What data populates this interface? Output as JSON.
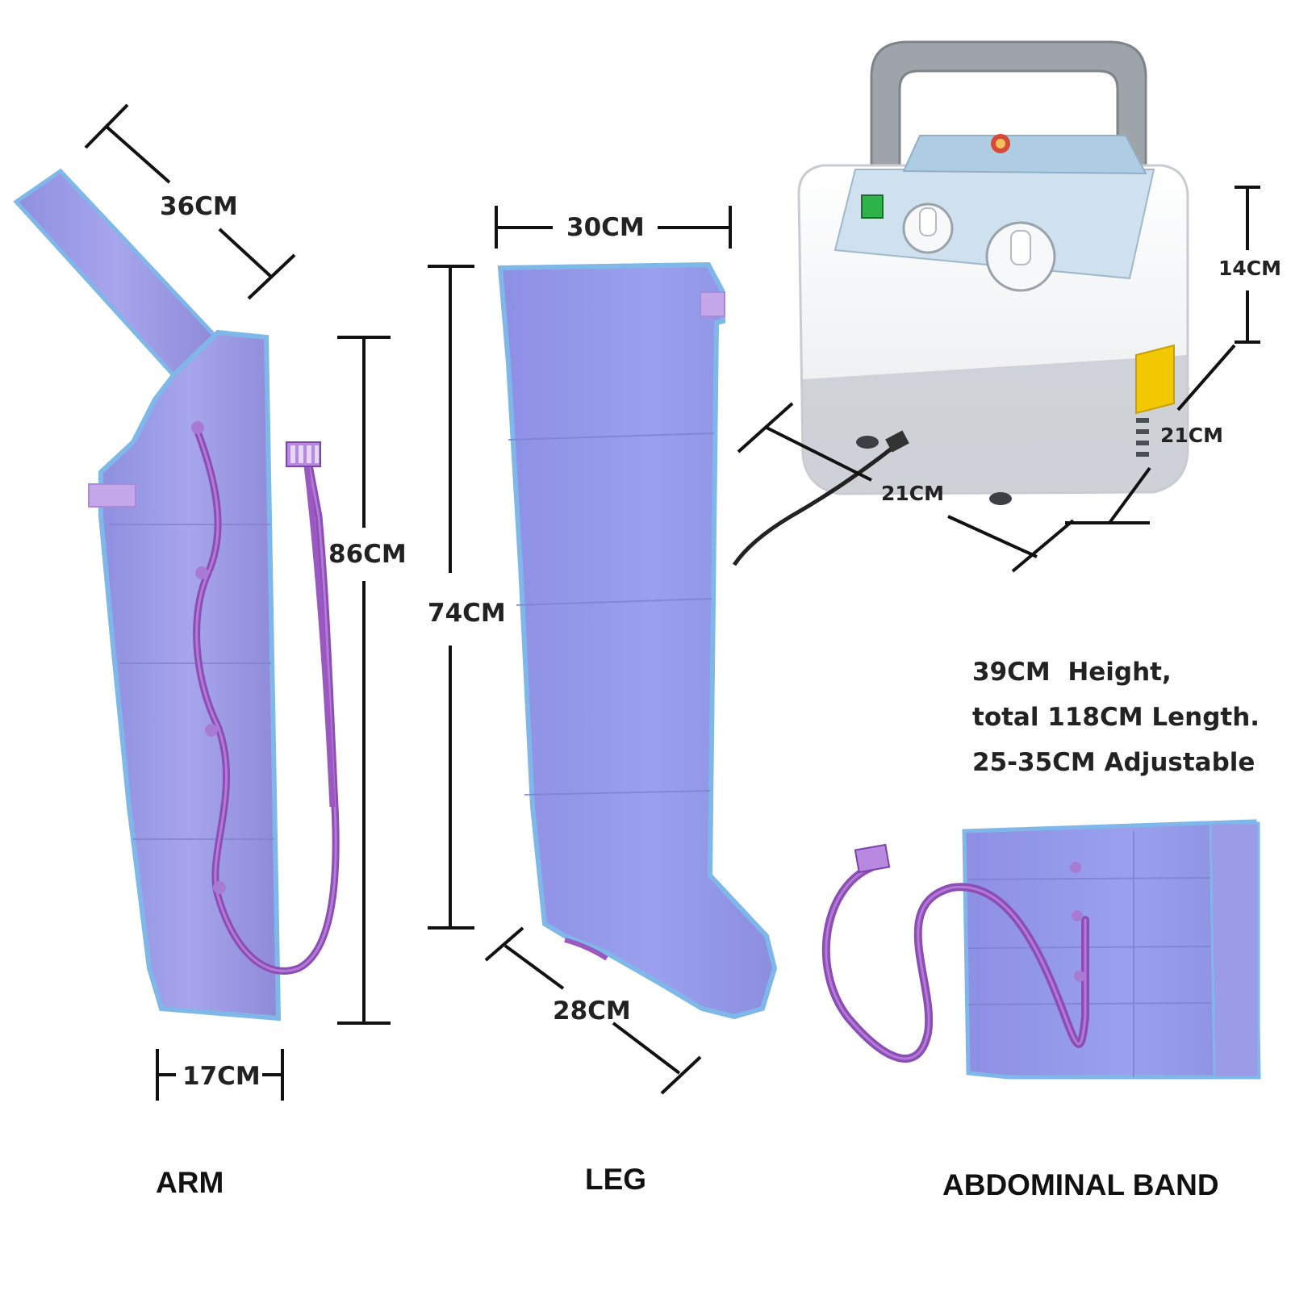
{
  "dimensions": {
    "arm_strap_width": "36CM",
    "arm_length": "86CM",
    "arm_width": "17CM",
    "leg_top_width": "30CM",
    "leg_length": "74CM",
    "leg_foot_width": "28CM",
    "unit_height": "14CM",
    "unit_depth": "21CM",
    "unit_width": "21CM"
  },
  "abdominal_specs": [
    "39CM  Height,",
    "total 118CM Length.",
    "25-35CM Adjustable"
  ],
  "captions": {
    "arm": "ARM",
    "leg": "LEG",
    "abdominal": "ABDOMINAL BAND"
  },
  "colors": {
    "cuff": "#9a9ae6",
    "trim": "#7fb8e8",
    "tube": "#9b58c0",
    "device": "#f4f6f8",
    "handle": "#9ea4aa",
    "panel": "#cfe0ee"
  }
}
